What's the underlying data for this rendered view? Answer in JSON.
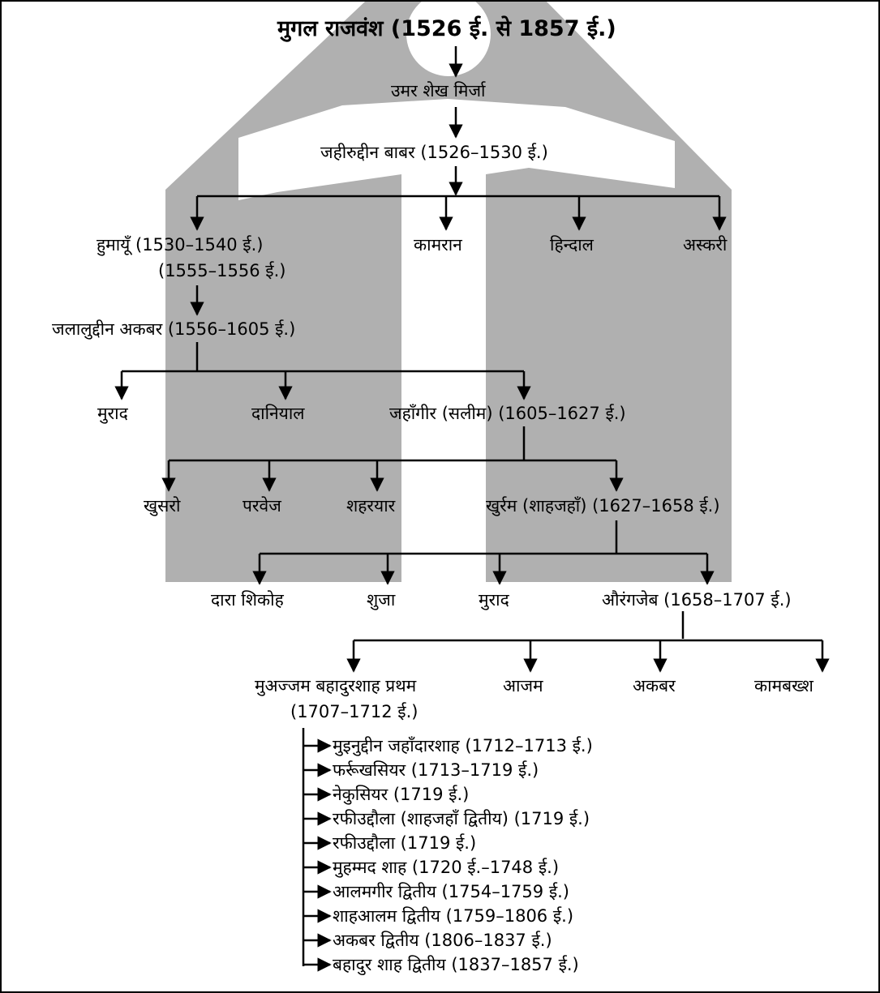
{
  "colors": {
    "backdrop": "#b0b0b0",
    "lines": "#000000"
  },
  "tree": {
    "title": "मुगल राजवंश (1526 ई. से 1857 ई.)",
    "umar": "उमर शेख मिर्जा",
    "babur": "जहीरुद्दीन बाबर (1526–1530 ई.)",
    "humayun_1": "हुमायूँ (1530–1540 ई.)",
    "humayun_2": "(1555–1556 ई.)",
    "kamran": "कामरान",
    "hindal": "हिन्दाल",
    "askari": "अस्करी",
    "akbar": "जलालुद्दीन अकबर (1556–1605 ई.)",
    "murad_akbar": "मुराद",
    "daniyal": "दानियाल",
    "jahangir": "जहाँगीर (सलीम) (1605–1627 ई.)",
    "khusro": "खुसरो",
    "parvez": "परवेज",
    "shahryar": "शहरयार",
    "khurram": "खुर्रम (शाहजहाँ) (1627–1658 ई.)",
    "dara": "दारा शिकोह",
    "shuja": "शुजा",
    "murad_sj": "मुराद",
    "aurangzeb": "औरंगजेब (1658–1707 ई.)",
    "muazzam_1": "मुअज्जम बहादुरशाह प्रथम",
    "muazzam_2": "(1707–1712 ई.)",
    "azam": "आजम",
    "akbar_az": "अकबर",
    "kambakhsh": "कामबख्श",
    "successors": [
      "मुइनुद्दीन जहाँदारशाह (1712–1713 ई.)",
      "फर्रूखसियर (1713–1719 ई.)",
      "नेकुसियर (1719 ई.)",
      "रफीउद्दौला (शाहजहाँ द्वितीय) (1719 ई.)",
      "रफीउद्दौला (1719 ई.)",
      "मुहम्मद शाह (1720 ई.–1748 ई.)",
      "आलमगीर द्वितीय (1754–1759 ई.)",
      "शाहआलम द्वितीय (1759–1806 ई.)",
      "अकबर द्वितीय (1806–1837 ई.)",
      "बहादुर शाह द्वितीय (1837–1857 ई.)"
    ]
  }
}
